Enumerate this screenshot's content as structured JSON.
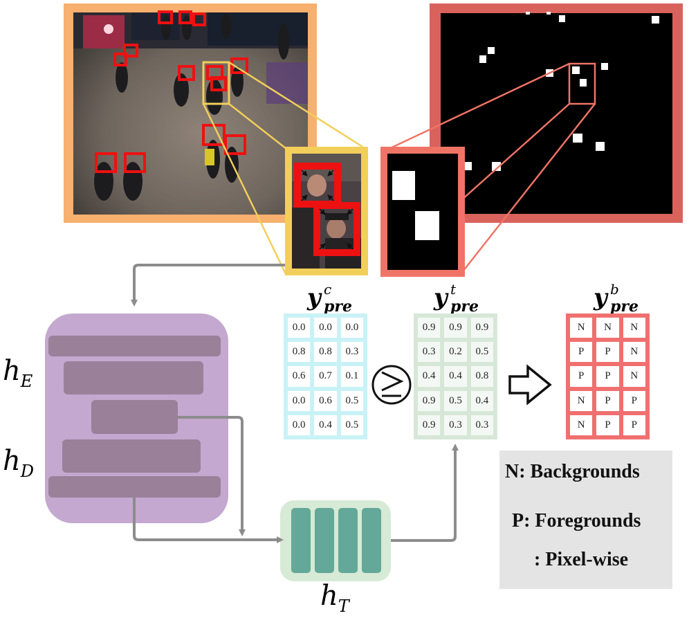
{
  "labels": {
    "h_encoder": {
      "base": "h",
      "sub": "E"
    },
    "h_decoder": {
      "base": "h",
      "sub": "D"
    },
    "h_temporal": {
      "base": "h",
      "sub": "T"
    }
  },
  "matrices": {
    "y_c": {
      "label": {
        "base": "y",
        "sup": "c",
        "sub": "pre"
      },
      "background": "#c9f2f6",
      "cell_bg": "#ffffff",
      "values": [
        [
          "0.0",
          "0.0",
          "0.0"
        ],
        [
          "0.8",
          "0.8",
          "0.3"
        ],
        [
          "0.6",
          "0.7",
          "0.1"
        ],
        [
          "0.0",
          "0.6",
          "0.5"
        ],
        [
          "0.0",
          "0.4",
          "0.5"
        ]
      ]
    },
    "y_t": {
      "label": {
        "base": "y",
        "sup": "t",
        "sub": "pre"
      },
      "background": "#d6e7d8",
      "cell_bg": "#f4f8f4",
      "values": [
        [
          "0.9",
          "0.9",
          "0.9"
        ],
        [
          "0.3",
          "0.2",
          "0.5"
        ],
        [
          "0.4",
          "0.4",
          "0.8"
        ],
        [
          "0.9",
          "0.5",
          "0.4"
        ],
        [
          "0.9",
          "0.3",
          "0.3"
        ]
      ]
    },
    "y_b": {
      "label": {
        "base": "y",
        "sup": "b",
        "sub": "pre"
      },
      "background": "#f07070",
      "cell_bg": "#ffffff",
      "values": [
        [
          "N",
          "N",
          "N"
        ],
        [
          "P",
          "P",
          "N"
        ],
        [
          "P",
          "P",
          "N"
        ],
        [
          "N",
          "P",
          "P"
        ],
        [
          "N",
          "P",
          "P"
        ]
      ]
    }
  },
  "legend": {
    "n_label": "N: Backgrounds",
    "p_label": "P: Foregrounds",
    "op_label": ": Pixel-wise"
  },
  "colors": {
    "photo_frame": "#f7b06e",
    "mask_frame": "#d9625c",
    "zoom_yellow": "#f2cf5a",
    "zoom_red": "#f07466",
    "autoencoder": "#c4a8cf",
    "ae_bar": "#9a8099",
    "temporal_bg": "#d6ead6",
    "temporal_bar": "#63a898",
    "arrow": "#8c8c8c"
  },
  "icons": {
    "compare_operator": "greater-equal-circle-icon",
    "result_arrow": "hollow-right-arrow-icon"
  }
}
